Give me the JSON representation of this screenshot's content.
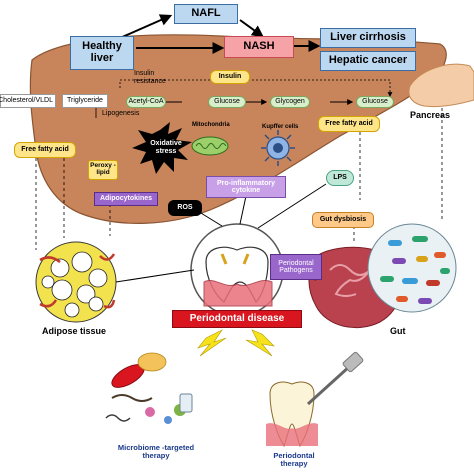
{
  "top": {
    "nafl": "NAFL",
    "nash": "NASH",
    "healthy_liver": "Healthy liver",
    "liver_cirrhosis": "Liver cirrhosis",
    "hepatic_cancer": "Hepatic cancer"
  },
  "liver": {
    "insulin_resistance": "Insulin resistance",
    "lipogenesis": "Lipogenesis",
    "cholesterol_vldl": "Cholesterol/VLDL",
    "triglyceride": "Triglyceride",
    "insulin": "Insulin",
    "acetyl_coa": "Acetyl-CoA",
    "glucose1": "Glucose",
    "glycogen": "Glycogen",
    "glucose2": "Glucose",
    "free_fatty_acid_left": "Free fatty acid",
    "free_fatty_acid_right": "Free fatty acid",
    "oxidative_stress": "Oxidative stress",
    "mitochondria": "Mitochondria",
    "kupffer_cells": "Kupffer cells",
    "peroxy_lipid": "Peroxy -lipid",
    "adipocytokines": "Adipocytokines",
    "pro_inflammatory": "Pro-inflammatory cytokine",
    "lps": "LPS",
    "ros": "ROS",
    "gut_dysbiosis": "Gut dysbiosis"
  },
  "organs": {
    "pancreas": "Pancreas",
    "adipose_tissue": "Adipose tissue",
    "gut": "Gut"
  },
  "center": {
    "periodontal_pathogens": "Periodontal Pathogens",
    "periodontal_disease": "Periodontal disease"
  },
  "therapies": {
    "microbiome": "Microbiome -targeted therapy",
    "periodontal": "Periodontal therapy"
  },
  "colors": {
    "liver_fill": "#c8845a",
    "blue_box": "#bcd7f0",
    "pink_box": "#f6a3a8",
    "red_banner": "#d9161f"
  }
}
